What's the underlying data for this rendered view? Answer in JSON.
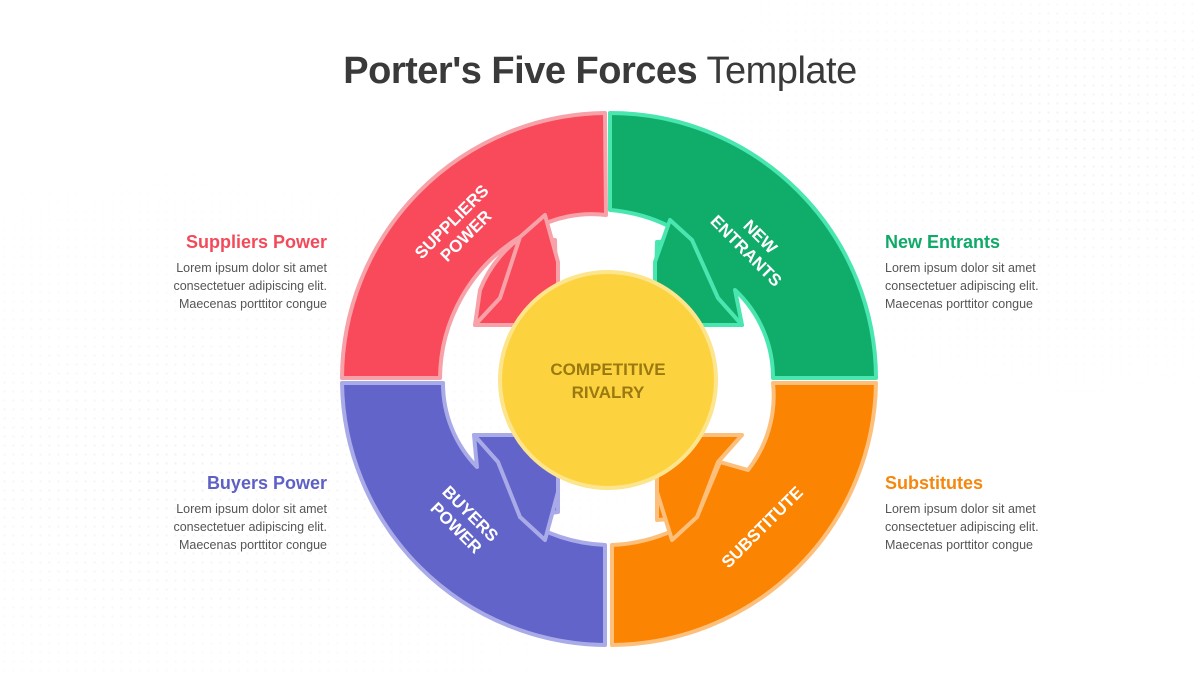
{
  "title": {
    "bold": "Porter's Five Forces",
    "light": "Template"
  },
  "center": {
    "line1": "COMPETITIVE",
    "line2": "RIVALRY"
  },
  "segments": {
    "suppliers": {
      "line1": "SUPPLIERS",
      "line2": "POWER",
      "color": "#f94a5b",
      "stroke": "#f7a2a8"
    },
    "entrants": {
      "line1": "NEW",
      "line2": "ENTRANTS",
      "color": "#10ac6a",
      "stroke": "#49e6b0"
    },
    "buyers": {
      "line1": "BUYERS",
      "line2": "POWER",
      "color": "#6264c9",
      "stroke": "#a9aae8"
    },
    "substitute": {
      "line1": "SUBSTITUTE",
      "color": "#fb8402",
      "stroke": "#fdc07c"
    }
  },
  "side": {
    "suppliers": {
      "heading": "Suppliers Power",
      "l1": "Lorem ipsum dolor sit amet",
      "l2": "consectetuer adipiscing elit.",
      "l3": "Maecenas porttitor congue",
      "color": "#f34a5a"
    },
    "entrants": {
      "heading": "New Entrants",
      "l1": "Lorem ipsum dolor sit amet",
      "l2": "consectetuer adipiscing elit.",
      "l3": "Maecenas porttitor congue",
      "color": "#0fa968"
    },
    "buyers": {
      "heading": "Buyers Power",
      "l1": "Lorem ipsum dolor sit amet",
      "l2": "consectetuer adipiscing elit.",
      "l3": "Maecenas porttitor congue",
      "color": "#5e60c6"
    },
    "substitutes": {
      "heading": "Substitutes",
      "l1": "Lorem ipsum dolor sit amet",
      "l2": "consectetuer adipiscing elit.",
      "l3": "Maecenas porttitor congue",
      "color": "#f5870e"
    }
  },
  "colors": {
    "center": "#fcd33f",
    "center_ring": "#fde58d",
    "center_text": "#9a7a10"
  }
}
